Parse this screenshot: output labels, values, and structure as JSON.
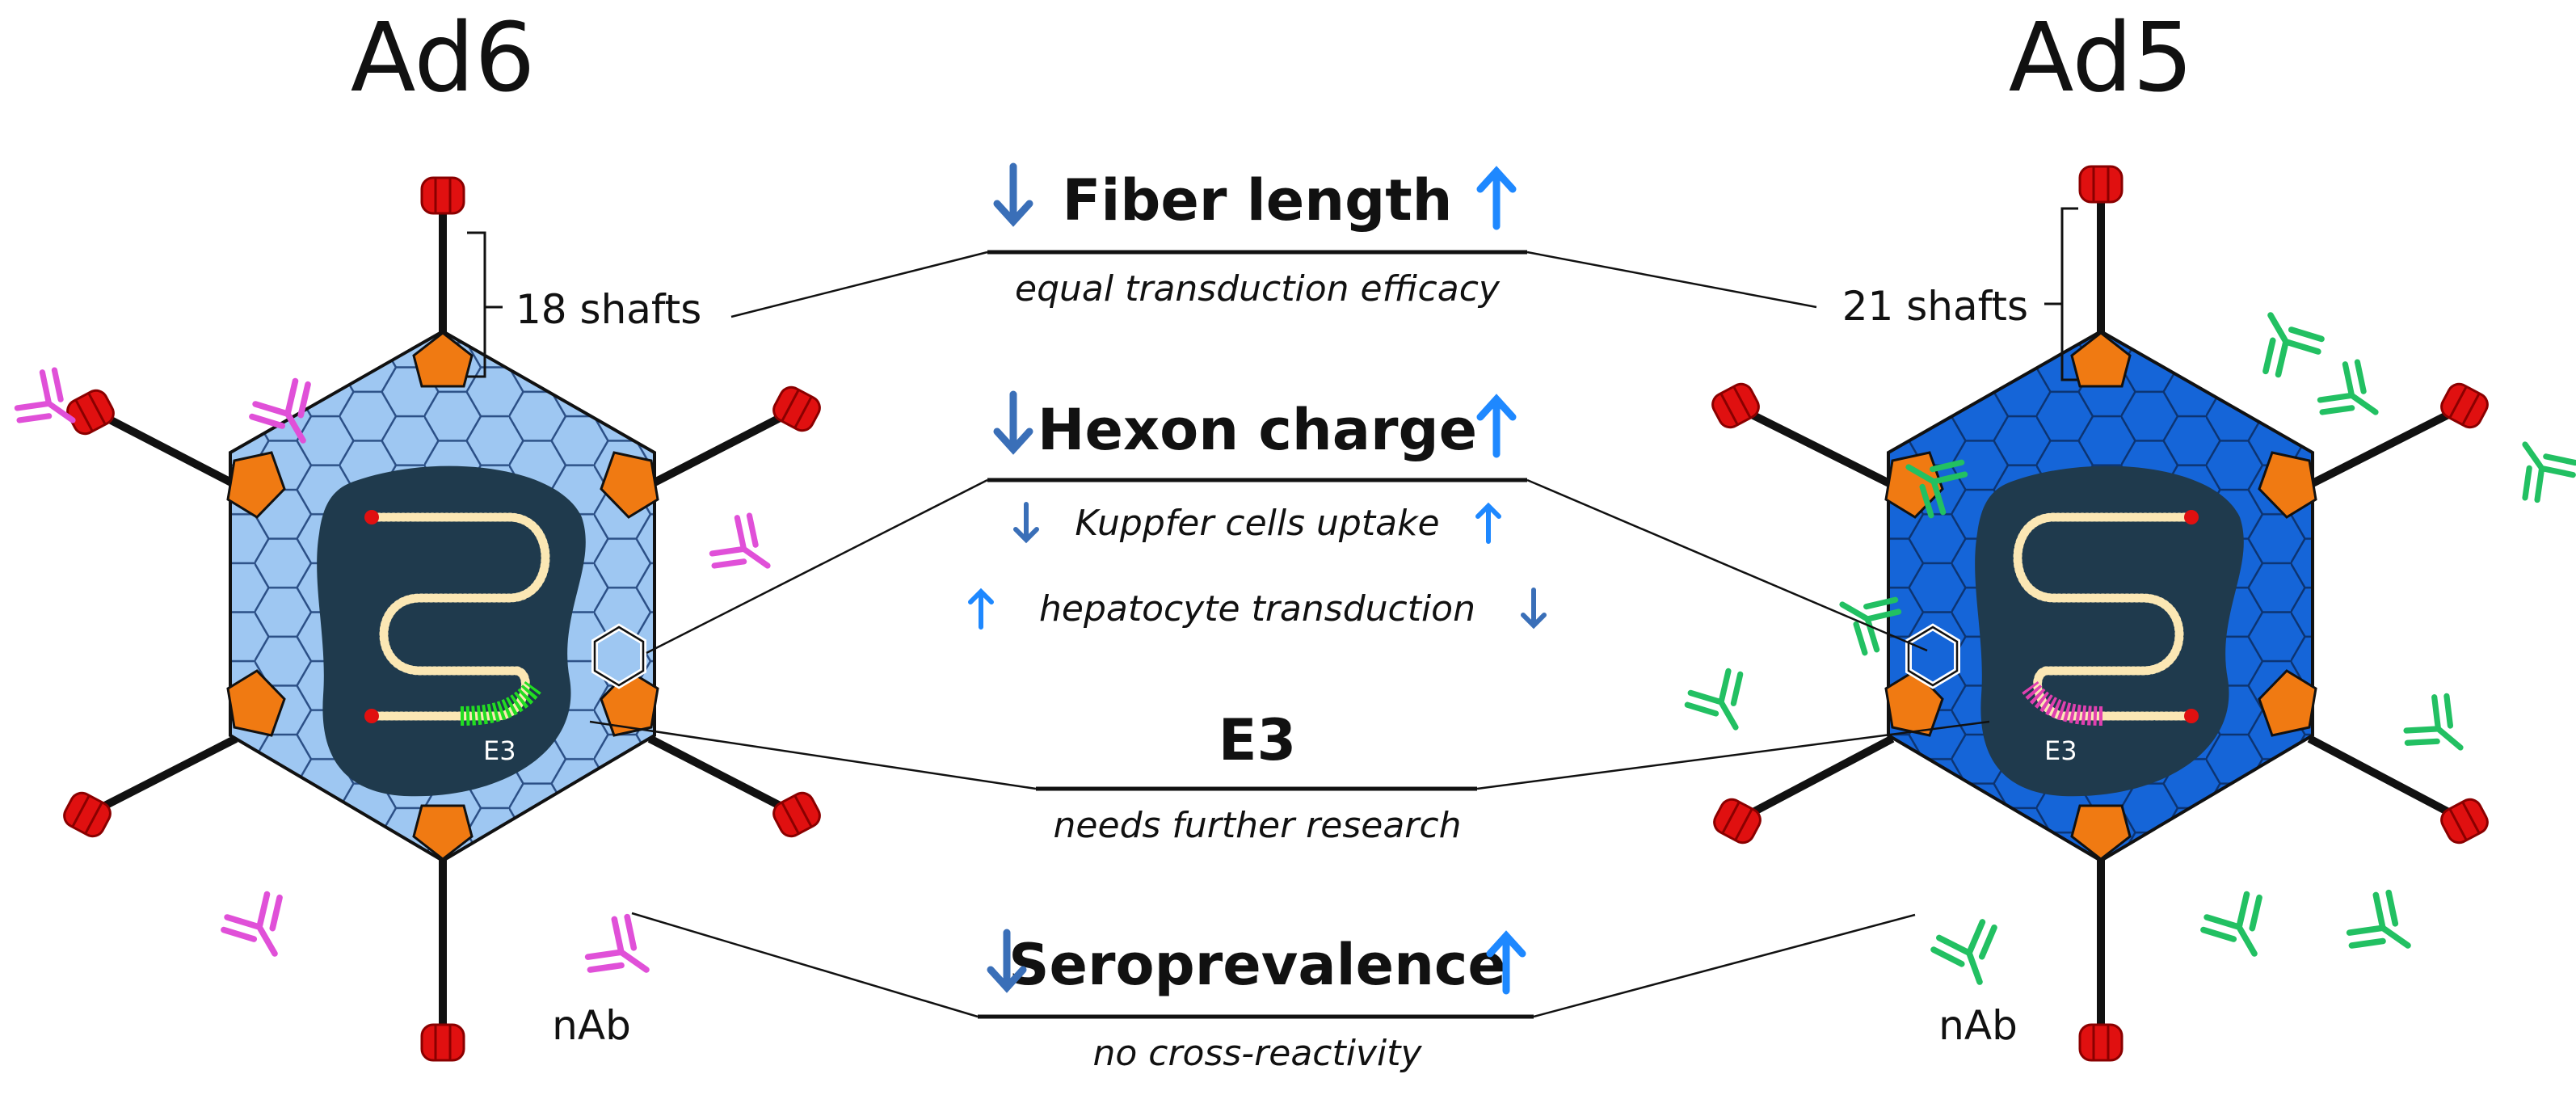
{
  "left_virus": {
    "name": "Ad6",
    "shafts_label": "18 shafts",
    "e3_label": "E3",
    "nab_label": "nAb"
  },
  "right_virus": {
    "name": "Ad5",
    "shafts_label": "21 shafts",
    "e3_label": "E3",
    "nab_label": "nAb"
  },
  "comparisons": [
    {
      "heading": "Fiber length",
      "subs": [
        "equal transduction efficacy"
      ]
    },
    {
      "heading": "Hexon charge",
      "subs": [
        "Kuppfer cells uptake",
        "hepatocyte transduction"
      ]
    },
    {
      "heading": "E3",
      "subs": [
        "needs further research"
      ]
    },
    {
      "heading": "Seroprevalence",
      "subs": [
        "no cross-reactivity"
      ]
    }
  ],
  "colors": {
    "left_capsid": "#9ec7f2",
    "right_capsid": "#1565d8",
    "penton": "#f07a12",
    "fiber_knob": "#e01010",
    "core": "#1f3a4d",
    "left_antibody": "#e050d8",
    "right_antibody": "#22c062",
    "left_e3": "#22dd22",
    "right_e3": "#e040b0",
    "arrow_dark": "#3a6fb8",
    "arrow_bright": "#1e88ff"
  },
  "icons": [
    "antibody-icon",
    "fiber-knob-icon",
    "penton-icon",
    "hexon-icon",
    "genome-icon",
    "arrow-down-icon",
    "arrow-up-icon"
  ]
}
